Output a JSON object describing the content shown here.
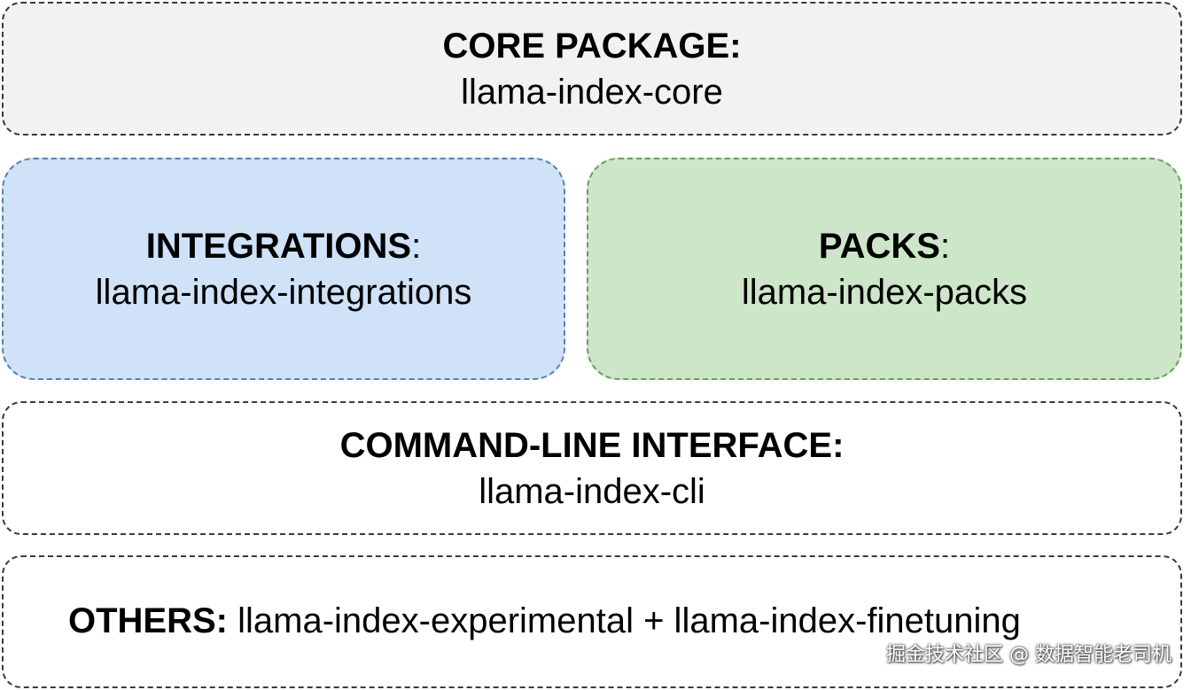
{
  "colors": {
    "core_fill": "#f2f2f2",
    "integrations_fill": "#d0e2f7",
    "integrations_border": "#5a7fae",
    "packs_fill": "#cde5c8",
    "packs_border": "#6a9e5c",
    "cli_fill": "#ffffff",
    "others_fill": "#ffffff",
    "neutral_border": "#3a3a3a"
  },
  "core": {
    "title": "CORE PACKAGE:",
    "package": "llama-index-core"
  },
  "integrations": {
    "title": "INTEGRATIONS",
    "colon": ":",
    "package": "llama-index-integrations"
  },
  "packs": {
    "title": "PACKS",
    "colon": ":",
    "package": "llama-index-packs"
  },
  "cli": {
    "title": "COMMAND-LINE INTERFACE:",
    "package": "llama-index-cli"
  },
  "others": {
    "label": "OTHERS:",
    "packages": " llama-index-experimental + llama-index-finetuning"
  },
  "watermark": "掘金技术社区 @ 数据智能老司机"
}
